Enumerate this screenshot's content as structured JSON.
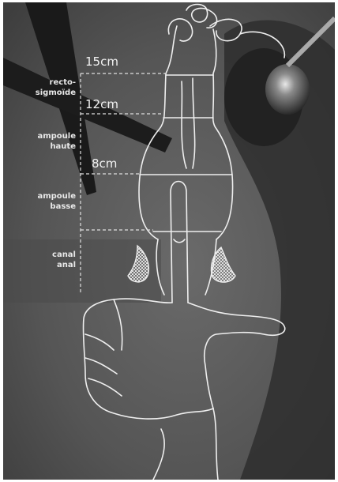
{
  "measurements": [
    {
      "label": "15cm"
    },
    {
      "label": "12cm"
    },
    {
      "label": "8cm"
    }
  ],
  "regions": [
    {
      "lines": [
        "recto-",
        "sigmoïde"
      ]
    },
    {
      "lines": [
        "ampoule",
        "haute"
      ]
    },
    {
      "lines": [
        "ampoule",
        "basse"
      ]
    },
    {
      "lines": [
        "canal",
        "anal"
      ]
    }
  ],
  "colors": {
    "background": "#5a5a5a",
    "linework": "#eeeeee"
  }
}
